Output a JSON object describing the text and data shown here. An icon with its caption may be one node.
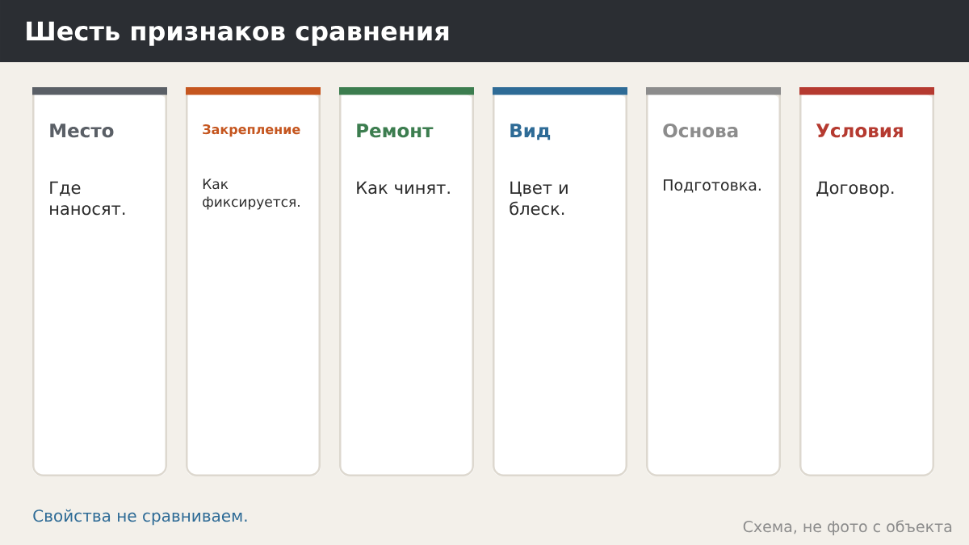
{
  "diagram": {
    "title": "Шесть признаков сравнения",
    "nodes": [
      {
        "text": [
          "Место",
          "Где наносят."
        ]
      },
      {
        "text": [
          "Закрепление",
          "Как фиксируется."
        ]
      },
      {
        "text": [
          "Ремонт",
          "Как чинят."
        ]
      },
      {
        "text": [
          "Вид",
          "Цвет и блеск."
        ]
      },
      {
        "text": [
          "Основа",
          "Подготовка."
        ]
      },
      {
        "text": [
          "Условия",
          "Договор."
        ]
      }
    ],
    "labels": [
      "Свойства не сравниваем.",
      "Схема, не фото с объекта"
    ]
  }
}
